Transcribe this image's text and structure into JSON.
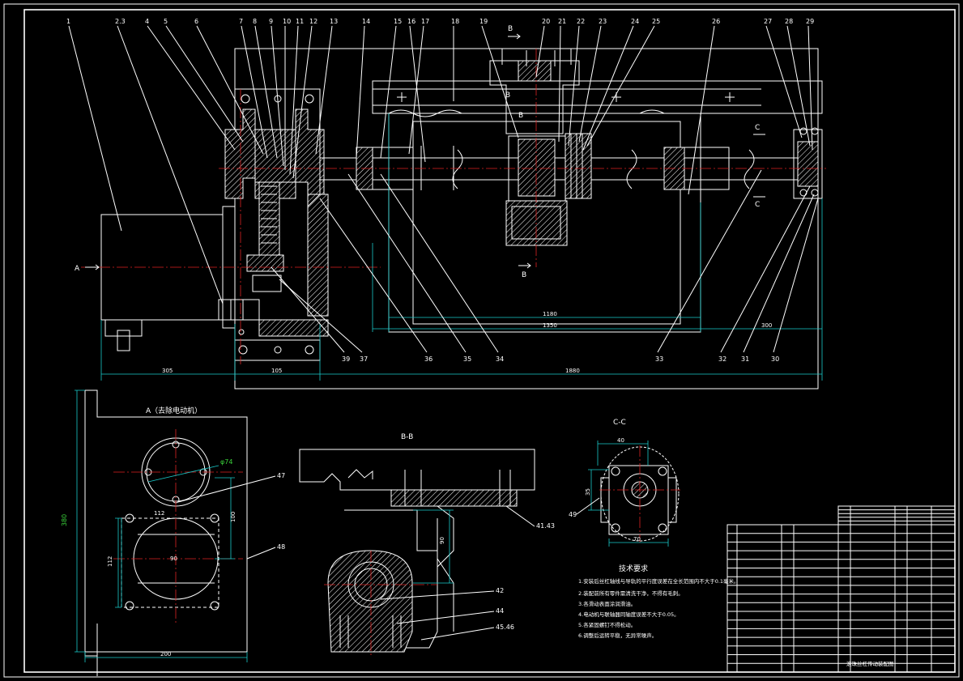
{
  "balloons": [
    "1",
    "2.3",
    "4",
    "5",
    "6",
    "7",
    "8",
    "9",
    "10",
    "11",
    "12",
    "13",
    "14",
    "15",
    "16",
    "17",
    "18",
    "19",
    "20",
    "21",
    "22",
    "23",
    "24",
    "25",
    "26",
    "27",
    "28",
    "29"
  ],
  "balloons_bottom": [
    "39",
    "37",
    "36",
    "35",
    "34",
    "33",
    "32",
    "31",
    "30"
  ],
  "section_marks": {
    "a": "A",
    "b": "B",
    "c": "C"
  },
  "main_dims": {
    "d305": "305",
    "d105": "105",
    "d1880": "1880",
    "d1180": "1180",
    "d1350": "1350",
    "d300": "300"
  },
  "view_a": {
    "title": "A（去除电动机）",
    "phi": "φ74",
    "d112a": "112",
    "d90": "90",
    "d112b": "112",
    "d100": "100",
    "d200": "200",
    "d380": "380",
    "b47": "47",
    "b48": "48"
  },
  "view_bb": {
    "title": "B-B",
    "d90": "90",
    "b4143": "41.43",
    "b42": "42",
    "b44": "44",
    "b4546": "45.46"
  },
  "view_cc": {
    "title": "C-C",
    "d40": "40",
    "d35": "35",
    "d70": "70",
    "b49": "49"
  },
  "tech_req": {
    "title": "技术要求",
    "items": [
      "1.安装后丝杠轴线与导轨的平行度误差在全长范围内不大于0.1毫米。",
      "2.装配前所有零件需清洗干净，不得有毛刺。",
      "3.各滑动表面涂润滑油。",
      "4.电动机与联轴器同轴度误差不大于0.05。",
      "5.各紧固螺钉不得松动。",
      "6.调整后运转平稳，无异常噪声。"
    ]
  },
  "title_block": {
    "title": "滚珠丝杠传动装配图"
  }
}
